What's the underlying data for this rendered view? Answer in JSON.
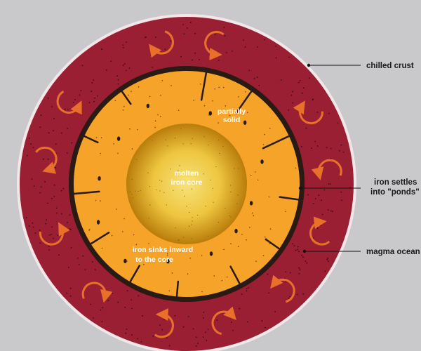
{
  "labels": {
    "chilled_crust": "chilled crust",
    "iron_settles_line1": "iron settles",
    "iron_settles_line2": "into \"ponds\"",
    "magma_ocean": "magma ocean",
    "partially_solid_line1": "partially",
    "partially_solid_line2": "solid",
    "molten_core_line1": "molten",
    "molten_core_line2": "iron core",
    "iron_sinks_line1": "iron sinks inward",
    "iron_sinks_line2": "to the core"
  },
  "colors": {
    "background": "#c9c9cb",
    "crust": "#f2e6e8",
    "magma": "#9a1f33",
    "iron_layer": "#2a1a14",
    "mantle": "#f5a329",
    "core_center": "#f7e27a",
    "core_edge": "#c98a0e",
    "arrows": "#e8702a"
  },
  "icons": {
    "convection": "curved-arrow-icon"
  }
}
